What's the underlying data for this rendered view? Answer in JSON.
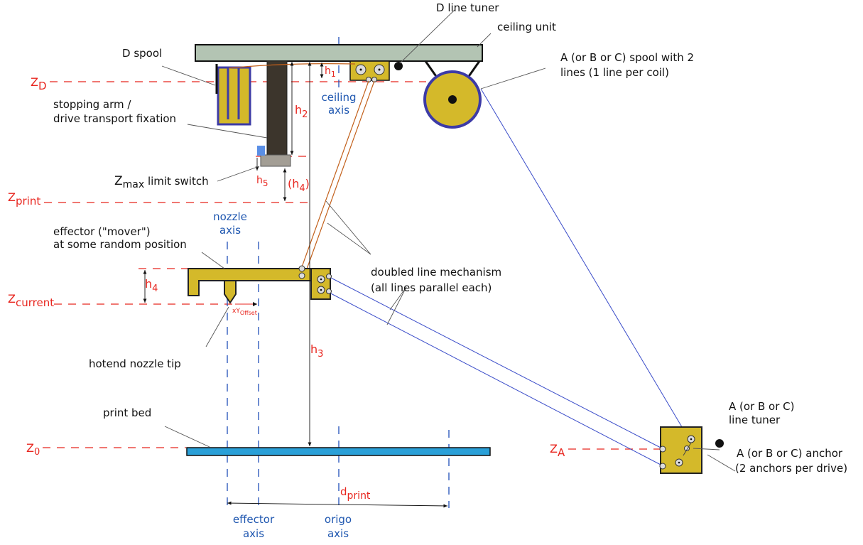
{
  "labels": {
    "d_line_tuner": "D line tuner",
    "ceiling_unit": "ceiling unit",
    "spool_abc_1": "A (or B or C) spool with 2",
    "spool_abc_2": "lines (1 line per coil)",
    "d_spool": "D spool",
    "stopping_arm_1": "stopping arm /",
    "stopping_arm_2": "drive transport fixation",
    "zmax_sym": "Z",
    "zmax_sub": "max",
    "zmax_rest": " limit switch",
    "effector_1": "effector (\"mover\")",
    "effector_2": "at some random position",
    "doubled_1": "doubled line mechanism",
    "doubled_2": "(all lines parallel each)",
    "hotend_tip": "hotend nozzle tip",
    "print_bed": "print bed",
    "abc_tuner_1": "A (or B or C)",
    "abc_tuner_2": "line tuner",
    "abc_anchor_1": "A (or B or C) anchor",
    "abc_anchor_2": "(2 anchors per drive)"
  },
  "axes": {
    "ceiling_1": "ceiling",
    "ceiling_2": "axis",
    "nozzle_1": "nozzle",
    "nozzle_2": "axis",
    "effector_1": "effector",
    "effector_2": "axis",
    "origo_1": "origo",
    "origo_2": "axis"
  },
  "levels": {
    "zd_main": "Z",
    "zd_sub": "D",
    "zprint_main": "Z",
    "zprint_sub": "print",
    "zcurrent_main": "Z",
    "zcurrent_sub": "current",
    "z0_main": "Z",
    "z0_sub": "0",
    "za_main": "Z",
    "za_sub": "A"
  },
  "dims": {
    "h1_main": "h",
    "h1_sub": "1",
    "h2_main": "h",
    "h2_sub": "2",
    "h3_main": "h",
    "h3_sub": "3",
    "h4_main": "h",
    "h4_sub": "4",
    "h4p_open": "(h",
    "h4p_sub": "4",
    "h4p_close": ")",
    "h5_main": "h",
    "h5_sub": "5",
    "xy_main": "xY",
    "xy_sub": "Offset",
    "dprint_main": "d",
    "dprint_sub": "print"
  },
  "colors": {
    "yellow_part": "#d4b92a",
    "ceiling_gray": "#b3c4b3",
    "bed_blue": "#2aa0d8",
    "spool_outline": "#3d3ba6",
    "level_red": "#e8261f",
    "axis_blue": "#1f4fb8"
  }
}
